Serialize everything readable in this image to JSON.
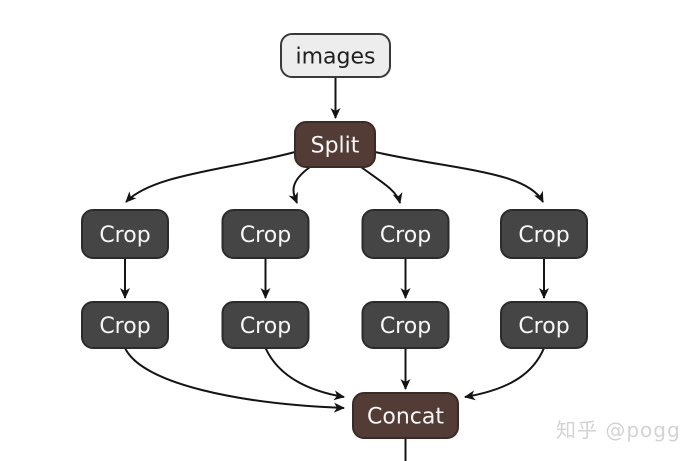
{
  "colors": {
    "background": "#ffffff",
    "edge": "#141414",
    "input_node_fill": "#ededed",
    "input_node_border": "#3a3a3a",
    "input_node_text": "#1f1f1f",
    "dark_node_fill": "#454545",
    "dark_node_border": "#2b2b2b",
    "accent_node_fill": "#523c35",
    "accent_node_border": "#3a2b25",
    "node_text": "#f7f7f7",
    "watermark_text": "#cfcfcf"
  },
  "diagram": {
    "type": "flowchart",
    "direction": "top-down",
    "nodes": [
      {
        "id": "images",
        "label": "images",
        "kind": "input"
      },
      {
        "id": "split",
        "label": "Split",
        "kind": "accent"
      },
      {
        "id": "crop-1a",
        "label": "Crop",
        "kind": "dark"
      },
      {
        "id": "crop-2a",
        "label": "Crop",
        "kind": "dark"
      },
      {
        "id": "crop-3a",
        "label": "Crop",
        "kind": "dark"
      },
      {
        "id": "crop-4a",
        "label": "Crop",
        "kind": "dark"
      },
      {
        "id": "crop-1b",
        "label": "Crop",
        "kind": "dark"
      },
      {
        "id": "crop-2b",
        "label": "Crop",
        "kind": "dark"
      },
      {
        "id": "crop-3b",
        "label": "Crop",
        "kind": "dark"
      },
      {
        "id": "crop-4b",
        "label": "Crop",
        "kind": "dark"
      },
      {
        "id": "concat",
        "label": "Concat",
        "kind": "accent"
      }
    ],
    "edges": [
      {
        "from": "images",
        "to": "split"
      },
      {
        "from": "split",
        "to": "crop-1a"
      },
      {
        "from": "split",
        "to": "crop-2a"
      },
      {
        "from": "split",
        "to": "crop-3a"
      },
      {
        "from": "split",
        "to": "crop-4a"
      },
      {
        "from": "crop-1a",
        "to": "crop-1b"
      },
      {
        "from": "crop-2a",
        "to": "crop-2b"
      },
      {
        "from": "crop-3a",
        "to": "crop-3b"
      },
      {
        "from": "crop-4a",
        "to": "crop-4b"
      },
      {
        "from": "crop-1b",
        "to": "concat"
      },
      {
        "from": "crop-2b",
        "to": "concat"
      },
      {
        "from": "crop-3b",
        "to": "concat"
      },
      {
        "from": "crop-4b",
        "to": "concat"
      },
      {
        "from": "concat",
        "to": "offscreen-bottom"
      }
    ]
  },
  "watermark": {
    "text": "知乎 @pogg",
    "color": "#cfcfcf"
  }
}
